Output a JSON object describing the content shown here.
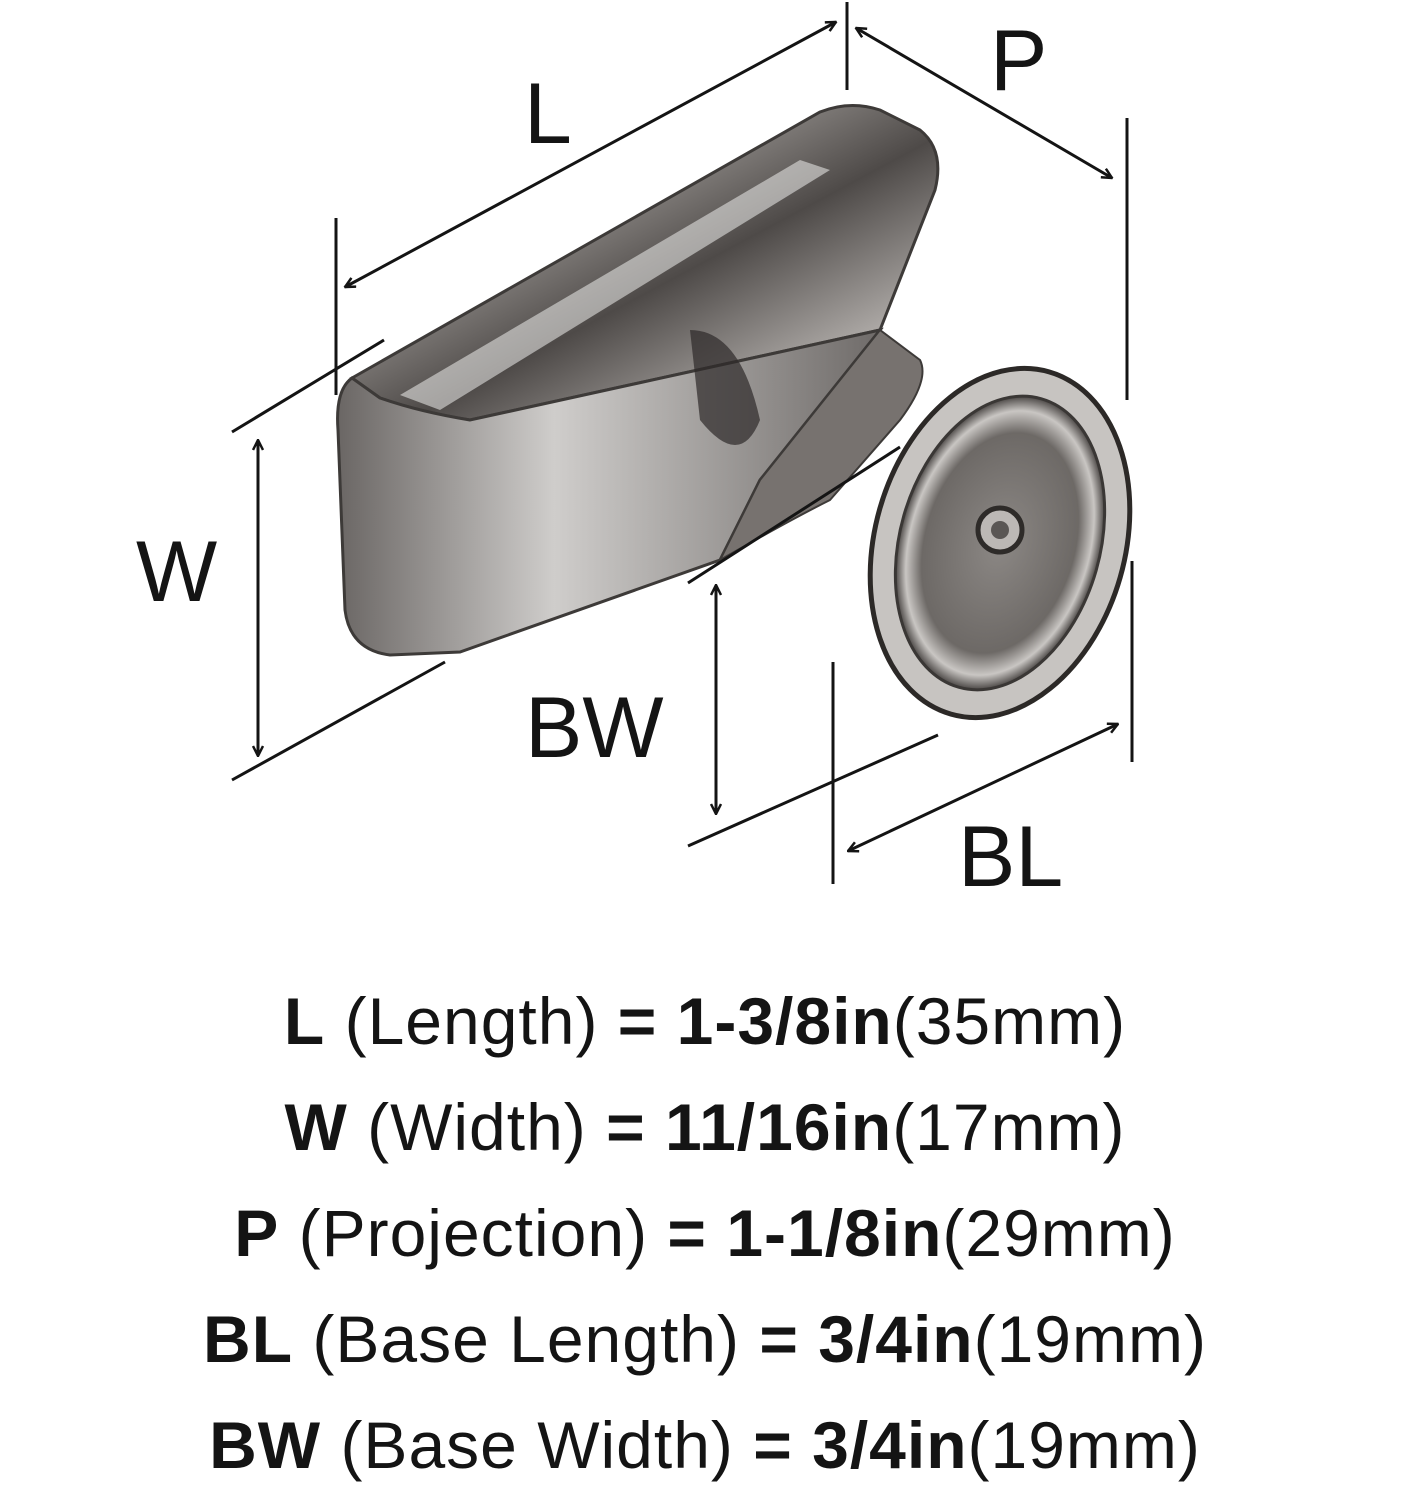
{
  "diagram": {
    "labels": {
      "L": "L",
      "P": "P",
      "W": "W",
      "BW": "BW",
      "BL": "BL"
    }
  },
  "specs": [
    {
      "abbr": "L",
      "full": "(Length)",
      "eq": "=",
      "imperial": "1-3/8in",
      "metric": "(35mm)"
    },
    {
      "abbr": "W",
      "full": "(Width)",
      "eq": "=",
      "imperial": "11/16in",
      "metric": "(17mm)"
    },
    {
      "abbr": "P",
      "full": "(Projection)",
      "eq": "=",
      "imperial": "1-1/8in",
      "metric": "(29mm)"
    },
    {
      "abbr": "BL",
      "full": "(Base Length)",
      "eq": "=",
      "imperial": "3/4in",
      "metric": "(19mm)"
    },
    {
      "abbr": "BW",
      "full": "(Base Width)",
      "eq": "=",
      "imperial": "3/4in",
      "metric": "(19mm)"
    }
  ]
}
